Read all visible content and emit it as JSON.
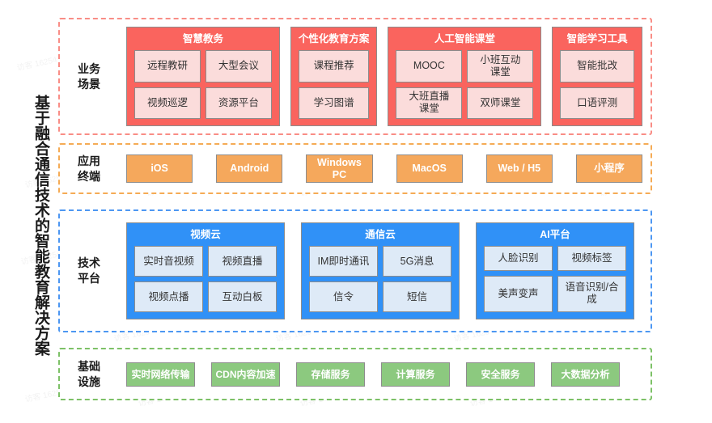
{
  "title_vertical": "基于融合通信技术的智能教育解决方案",
  "colors": {
    "business_accent": "#fa645e",
    "business_border": "#f98d86",
    "terminal_accent": "#f5a85c",
    "terminal_border": "#f5ab55",
    "platform_accent": "#3091f7",
    "platform_border": "#4d97f2",
    "infra_accent": "#8cc97f",
    "infra_border": "#7dc167",
    "chip_red": "#fbdcdb",
    "chip_blue": "#deeaf7",
    "box_border": "#8d8d8d"
  },
  "layers": {
    "business": {
      "label": "业务\n场景",
      "groups": [
        {
          "title": "智慧教务",
          "columns": 2,
          "items": [
            "远程教研",
            "大型会议",
            "视频巡逻",
            "资源平台"
          ]
        },
        {
          "title": "个性化教育方案",
          "columns": 1,
          "items": [
            "课程推荐",
            "学习图谱"
          ]
        },
        {
          "title": "人工智能课堂",
          "columns": 2,
          "items": [
            "MOOC",
            "小班互动\n课堂",
            "大班直播\n课堂",
            "双师课堂"
          ]
        },
        {
          "title": "智能学习工具",
          "columns": 1,
          "items": [
            "智能批改",
            "口语评测"
          ]
        }
      ]
    },
    "terminal": {
      "label": "应用\n终端",
      "items": [
        "iOS",
        "Android",
        "Windows\nPC",
        "MacOS",
        "Web / H5",
        "小程序"
      ]
    },
    "platform": {
      "label": "技术\n平台",
      "groups": [
        {
          "title": "视频云",
          "columns": 2,
          "items": [
            "实时音视频",
            "视频直播",
            "视频点播",
            "互动白板"
          ]
        },
        {
          "title": "通信云",
          "columns": 2,
          "items": [
            "IM即时通讯",
            "5G消息",
            "信令",
            "短信"
          ]
        },
        {
          "title": "AI平台",
          "columns": 2,
          "items": [
            "人脸识别",
            "视频标签",
            "美声变声",
            "语音识别/合\n成"
          ]
        }
      ]
    },
    "infra": {
      "label": "基础\n设施",
      "items": [
        "实时网络传输",
        "CDN内容加速",
        "存储服务",
        "计算服务",
        "安全服务",
        "大数据分析"
      ]
    }
  },
  "watermark": "访客 16254"
}
